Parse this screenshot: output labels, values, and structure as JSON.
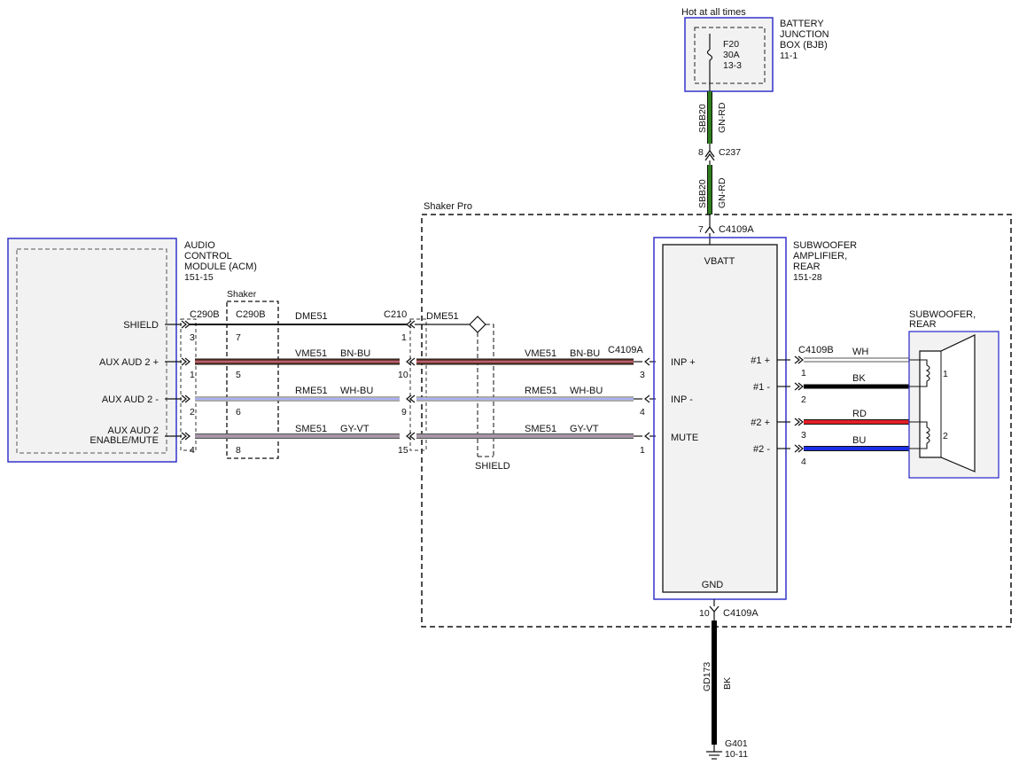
{
  "colors": {
    "module_border": "#3333cc",
    "module_fill": "#f2f2f2",
    "wire_black": "#000000",
    "wire_green": "#2e7d1e",
    "wire_white": "#ffffff",
    "wire_brown": "#6b3a2a",
    "wire_blue": "#1a2ee6",
    "wire_red": "#e21f26",
    "wire_gray": "#9a9a9a",
    "wire_violet": "#b38fb8",
    "wire_pink_band": "#d46a8f"
  },
  "bjb": {
    "supply_label": "Hot at all times",
    "title_1": "BATTERY",
    "title_2": "JUNCTION",
    "title_3": "BOX (BJB)",
    "ref": "11-1",
    "fuse_name": "F20",
    "fuse_rating": "30A",
    "fuse_ref": "13-3"
  },
  "feed_wire": {
    "circuit": "SBB20",
    "color_code": "GN-RD"
  },
  "c237": {
    "pin": "8",
    "name": "C237"
  },
  "shaker_pro_label": "Shaker Pro",
  "acm": {
    "title_1": "AUDIO",
    "title_2": "CONTROL",
    "title_3": "MODULE (ACM)",
    "ref": "151-15",
    "pins": [
      "SHIELD",
      "AUX AUD 2 +",
      "AUX AUD 2 -",
      "AUX AUD 2",
      "ENABLE/MUTE"
    ]
  },
  "c290b_acm": {
    "name": "C290B",
    "pins": [
      "3",
      "1",
      "2",
      "4"
    ]
  },
  "shaker_box": {
    "label": "Shaker",
    "name": "C290B",
    "pins": [
      "7",
      "5",
      "6",
      "8"
    ]
  },
  "c210": {
    "name": "C210",
    "pins": [
      "1",
      "10",
      "9",
      "15"
    ]
  },
  "signal_wires": [
    {
      "circuit": "DME51",
      "color_code": ""
    },
    {
      "circuit": "VME51",
      "color_code": "BN-BU"
    },
    {
      "circuit": "RME51",
      "color_code": "WH-BU"
    },
    {
      "circuit": "SME51",
      "color_code": "GY-VT"
    }
  ],
  "shield_label": "SHIELD",
  "c4109a": {
    "name": "C4109A",
    "pins": [
      "3",
      "4",
      "1"
    ],
    "top_pin": "7",
    "bottom_pin": "10"
  },
  "amplifier": {
    "title_1": "SUBWOOFER",
    "title_2": "AMPLIFIER,",
    "title_3": "REAR",
    "ref": "151-28",
    "power_pin": "VBATT",
    "ground_pin": "GND",
    "inputs": [
      "INP +",
      "INP -",
      "MUTE"
    ],
    "outputs": [
      "#1 +",
      "#1 -",
      "#2 +",
      "#2 -"
    ]
  },
  "c4109b": {
    "name": "C4109B",
    "pins": [
      "1",
      "2",
      "3",
      "4"
    ]
  },
  "speaker_wires": [
    "WH",
    "BK",
    "RD",
    "BU"
  ],
  "subwoofer": {
    "title_1": "SUBWOOFER,",
    "title_2": "REAR",
    "coil_1": "1",
    "coil_2": "2"
  },
  "ground_wire": {
    "circuit": "GD173",
    "color_code": "BK"
  },
  "ground": {
    "name": "G401",
    "ref": "10-11"
  }
}
